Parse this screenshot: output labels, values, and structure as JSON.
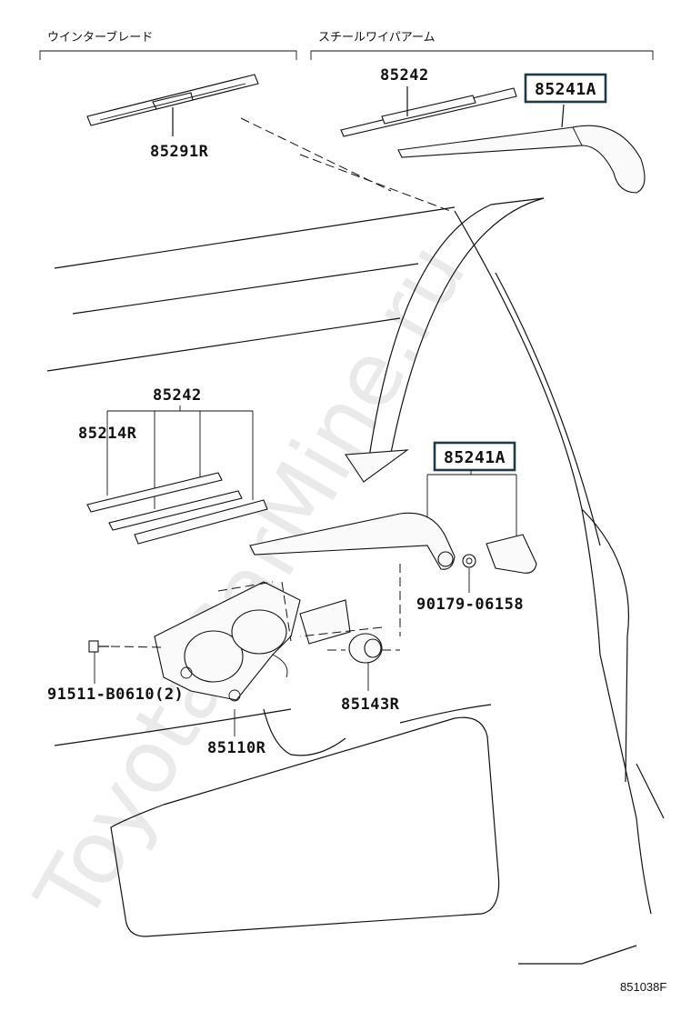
{
  "sections": {
    "winter_blade": "ウインターブレード",
    "steel_wiper_arm": "スチールワイパアーム"
  },
  "parts": {
    "winter_blade_assy": "85291R",
    "blade_top": "85242",
    "arm_top": "85241A",
    "blade_kit": "85242",
    "blade_rubber": "85214R",
    "arm_bottom": "85241A",
    "nut": "90179-06158",
    "bolt": "91511-B0610(2)",
    "cap": "85143R",
    "motor": "85110R"
  },
  "highlight_color": "#1f3a44",
  "watermark": "ToyotaCarMine.ru",
  "diagram_code": "851038F"
}
